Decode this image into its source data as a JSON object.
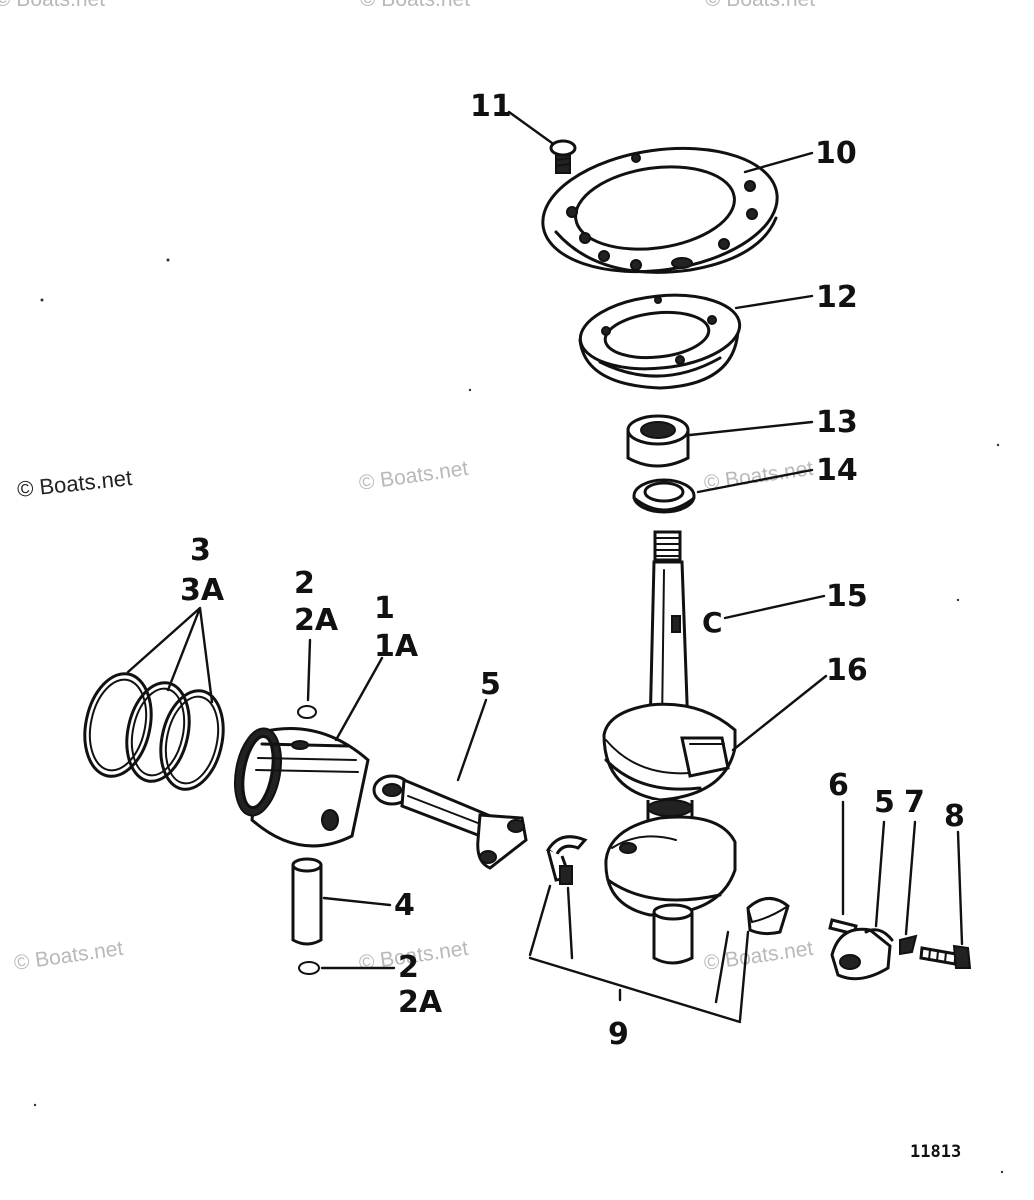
{
  "watermarks": {
    "top_left": "© Boats.net",
    "top_center": "© Boats.net",
    "top_right": "© Boats.net",
    "mid_left": "© Boats.net",
    "mid_center": "© Boats.net",
    "mid_right": "© Boats.net",
    "bottom_left": "© Boats.net",
    "bottom_center": "© Boats.net",
    "bottom_right": "© Boats.net"
  },
  "callouts": {
    "c11": "11",
    "c10": "10",
    "c12": "12",
    "c13": "13",
    "c14": "14",
    "c15": "15",
    "c16": "16",
    "c3": "3",
    "c3a": "3A",
    "c2_top": "2",
    "c2a_top": "2A",
    "c1": "1",
    "c1a": "1A",
    "c5_rod": "5",
    "c4": "4",
    "c2_bottom": "2",
    "c2a_bottom": "2A",
    "c6": "6",
    "c5_cap": "5",
    "c7": "7",
    "c8": "8",
    "c9": "9",
    "c15_clip": "C"
  },
  "figure_number": "11813"
}
